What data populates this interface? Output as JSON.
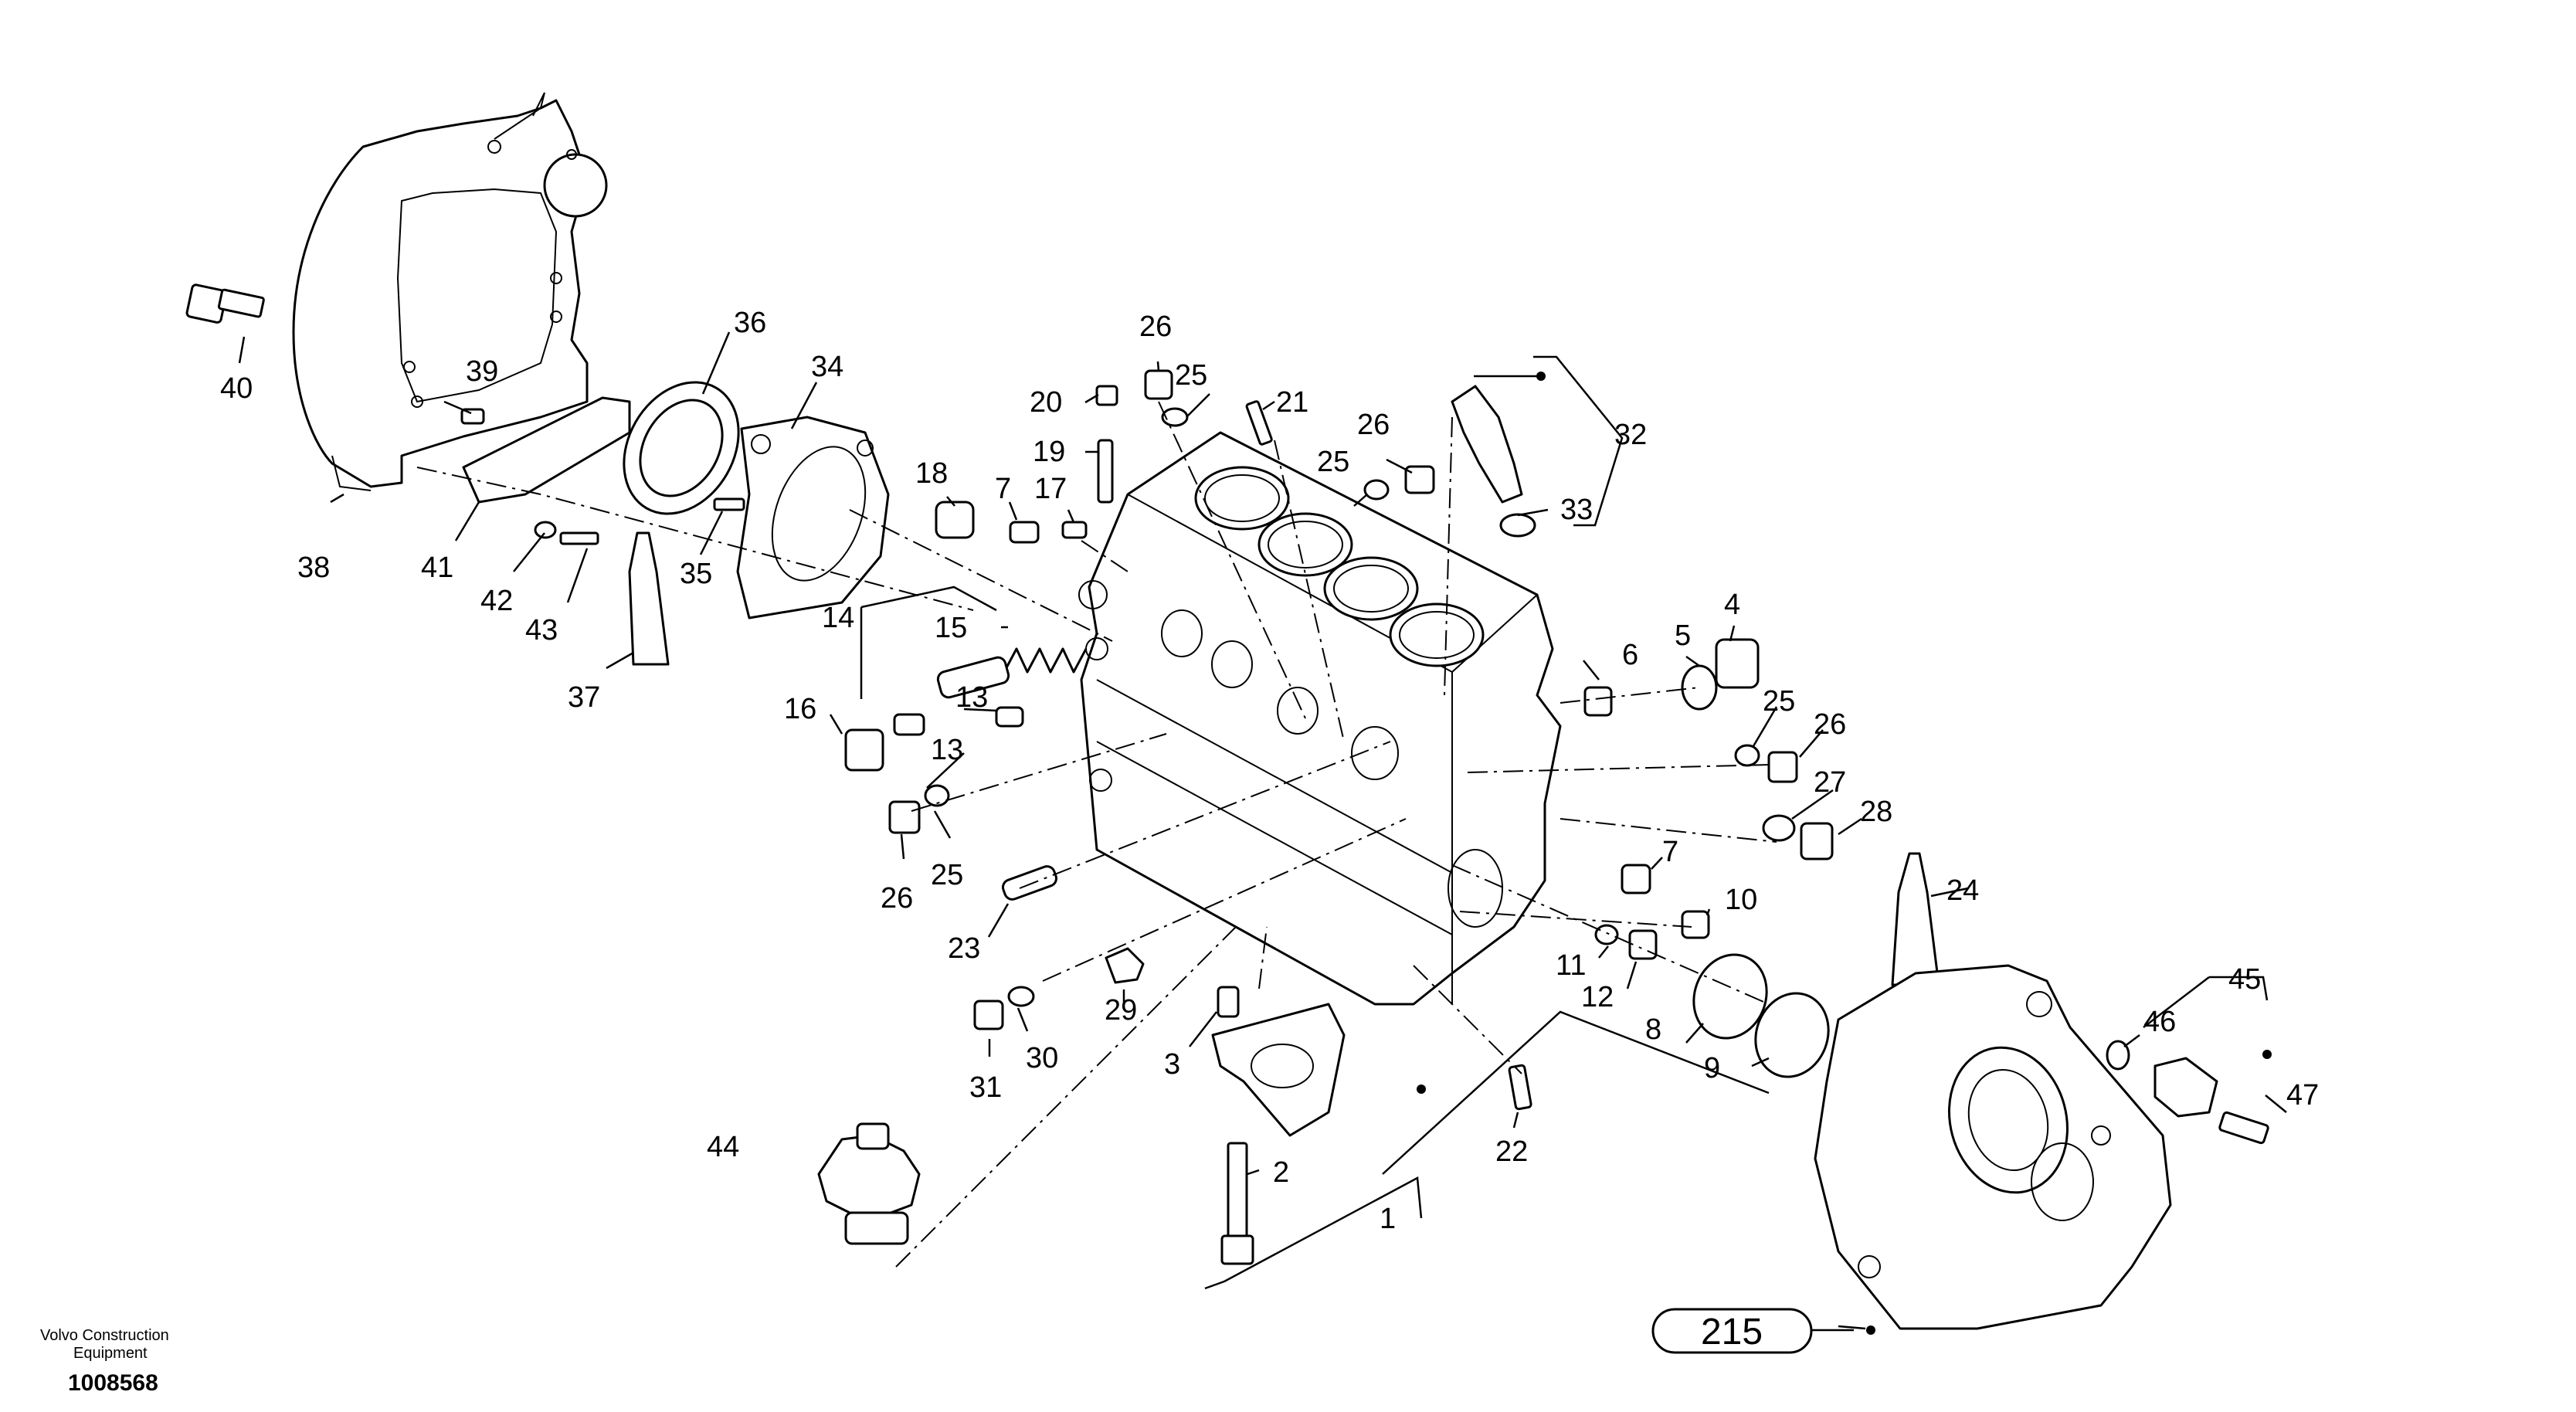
{
  "diagram": {
    "callouts": [
      "1",
      "2",
      "3",
      "4",
      "5",
      "6",
      "7",
      "7",
      "8",
      "9",
      "10",
      "11",
      "12",
      "13",
      "13",
      "14",
      "15",
      "16",
      "17",
      "18",
      "19",
      "20",
      "21",
      "22",
      "23",
      "24",
      "25",
      "25",
      "25",
      "25",
      "26",
      "26",
      "26",
      "26",
      "27",
      "28",
      "29",
      "30",
      "31",
      "32",
      "33",
      "34",
      "35",
      "36",
      "37",
      "38",
      "39",
      "40",
      "41",
      "42",
      "43",
      "44",
      "45",
      "46",
      "47"
    ],
    "reference_box": "215"
  },
  "footer": {
    "brand_line1": "Volvo Construction",
    "brand_line2": "Equipment",
    "doc_number": "1008568"
  }
}
